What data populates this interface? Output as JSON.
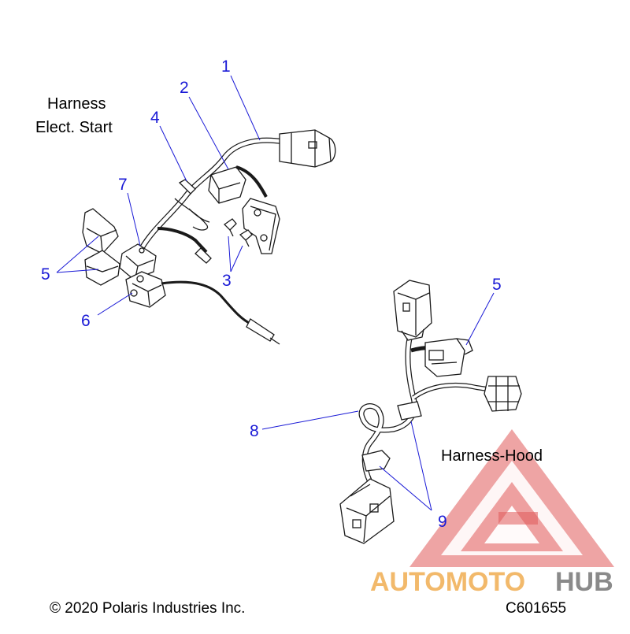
{
  "diagram": {
    "titles": {
      "upper_line1": "Harness",
      "upper_line2": "Elect. Start",
      "lower": "Harness-Hood"
    },
    "callouts": {
      "c1": "1",
      "c2": "2",
      "c3": "3",
      "c4": "4",
      "c5_left": "5",
      "c5_right": "5",
      "c6": "6",
      "c7": "7",
      "c8": "8",
      "c9": "9"
    },
    "footer": {
      "copyright": "© 2020 Polaris Industries Inc.",
      "code": "C601655"
    },
    "watermark": {
      "part1": "AUTOMOTO",
      "part2": "HUB",
      "color_red": "#e05a5a",
      "color_orange": "#f2b96b",
      "color_gray": "#8a8a8a"
    },
    "colors": {
      "leader": "#1a1ad6",
      "line": "#1a1a1a"
    }
  }
}
